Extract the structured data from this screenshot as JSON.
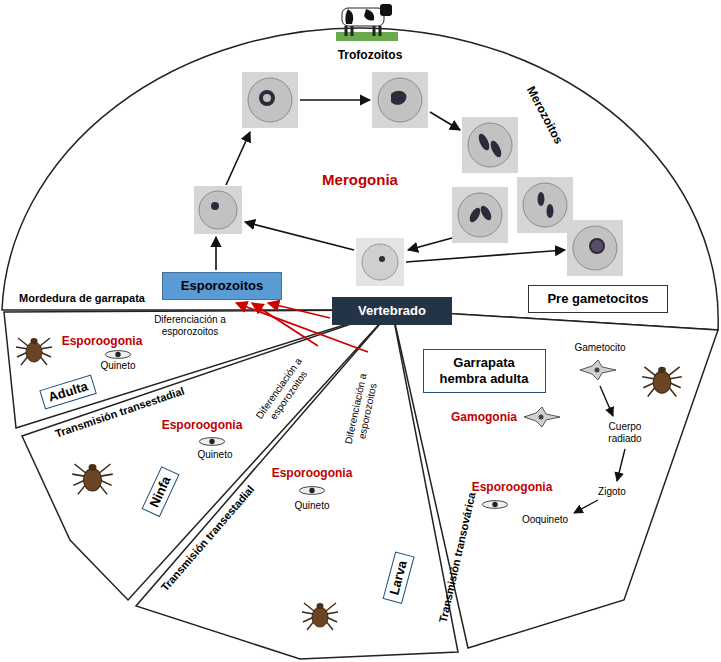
{
  "diagram": {
    "nodes": [
      {
        "text": [
          "Esporozoitos"
        ]
      },
      {
        "text": [
          "Vertebrado"
        ]
      },
      {
        "text": [
          "Pre gametocitos"
        ]
      },
      {
        "text": [
          "Adulta"
        ]
      },
      {
        "text": [
          "Ninfa"
        ]
      },
      {
        "text": [
          "Larva"
        ]
      },
      {
        "text": [
          "Garrapata hembra adulta"
        ]
      }
    ],
    "labels": [
      "Trofozoitos",
      "Merozoitos",
      "Merogonia",
      "Mordedura de garrapata",
      "Esporoogonia",
      "Quineto",
      "Diferenciación a esporozoitos",
      "Transmisión transestadial",
      "Esporoogonia",
      "Quineto",
      "Diferenciación a esporozoitos",
      "Transmisión transestadial",
      "Esporoogonia",
      "Quineto",
      "Diferenciación a esporozoitos",
      "Transmisión transovárica",
      "Gametocito",
      "Gamogonia",
      "Cuerpo radiado",
      "Zigoto",
      "Esporoogonia",
      "Ooquineto"
    ]
  }
}
